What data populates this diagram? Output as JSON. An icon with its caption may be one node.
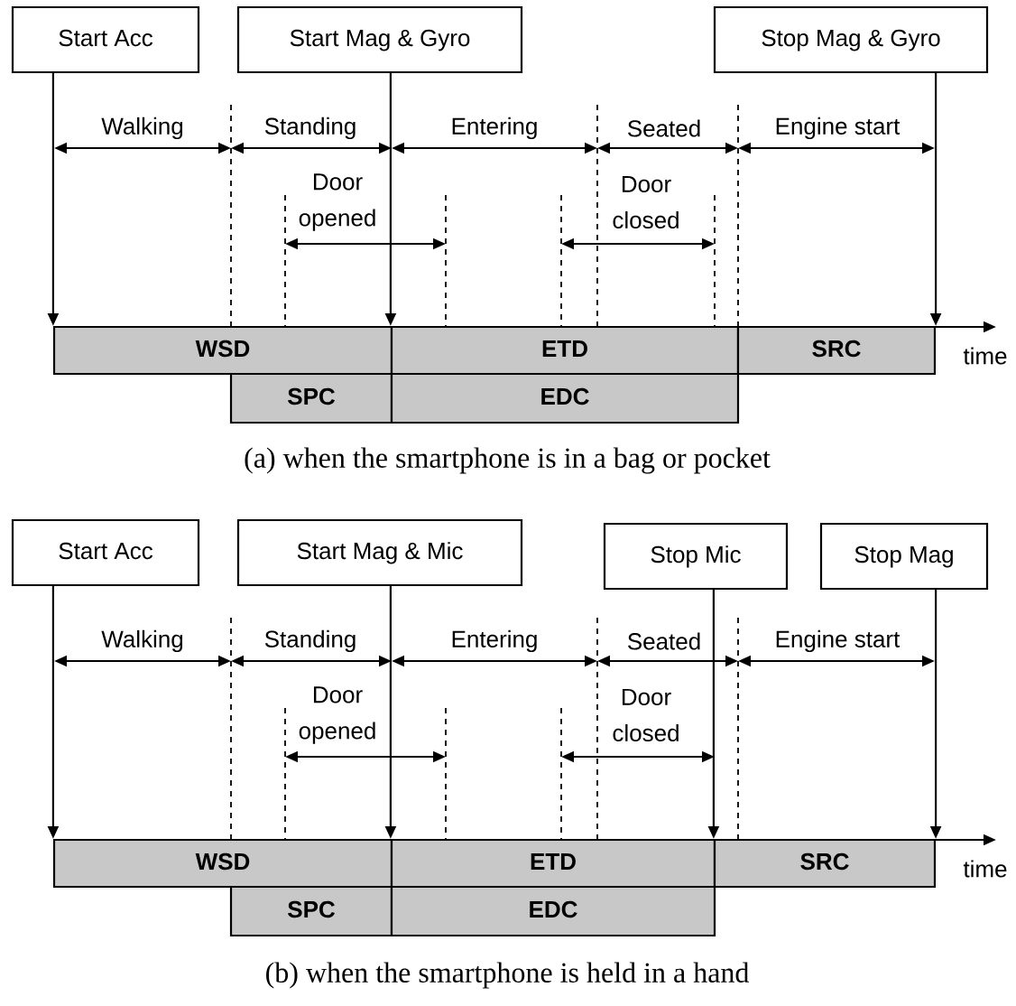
{
  "diagram": {
    "nodes": [
      {
        "text": [
          "Start Acc"
        ]
      },
      {
        "text": [
          "Start Mag & Gyro"
        ]
      },
      {
        "text": [
          "Stop Mag & Gyro"
        ]
      },
      {
        "text": [
          "WSD"
        ]
      },
      {
        "text": [
          "ETD"
        ]
      },
      {
        "text": [
          "SRC"
        ]
      },
      {
        "text": [
          "SPC"
        ]
      },
      {
        "text": [
          "EDC"
        ]
      },
      {
        "text": [
          "Start Acc"
        ]
      },
      {
        "text": [
          "Start Mag & Mic"
        ]
      },
      {
        "text": [
          "Stop Mic"
        ]
      },
      {
        "text": [
          "Stop Mag"
        ]
      },
      {
        "text": [
          "WSD"
        ]
      },
      {
        "text": [
          "ETD"
        ]
      },
      {
        "text": [
          "SRC"
        ]
      },
      {
        "text": [
          "SPC"
        ]
      },
      {
        "text": [
          "EDC"
        ]
      }
    ],
    "edges": [
      {
        "from": 0,
        "to": 3,
        "arrow": "to"
      },
      {
        "from": 1,
        "to": 4,
        "arrow": "to"
      },
      {
        "from": 2,
        "to": 5,
        "arrow": "to"
      },
      {
        "from": 8,
        "to": 12,
        "arrow": "to"
      },
      {
        "from": 9,
        "to": 13,
        "arrow": "to"
      },
      {
        "from": 10,
        "to": 14,
        "arrow": "to"
      },
      {
        "from": 11,
        "to": 14,
        "arrow": "to"
      }
    ],
    "labels": [
      "Walking",
      "Standing",
      "Entering",
      "Seated",
      "Engine start",
      "Door opened",
      "Door closed",
      "time",
      "(a) when the smartphone is in a bag or pocket",
      "Walking",
      "Standing",
      "Entering",
      "Seated",
      "Engine start",
      "Door opened",
      "Door closed",
      "time",
      "(b) when the smartphone is held in a hand"
    ]
  }
}
